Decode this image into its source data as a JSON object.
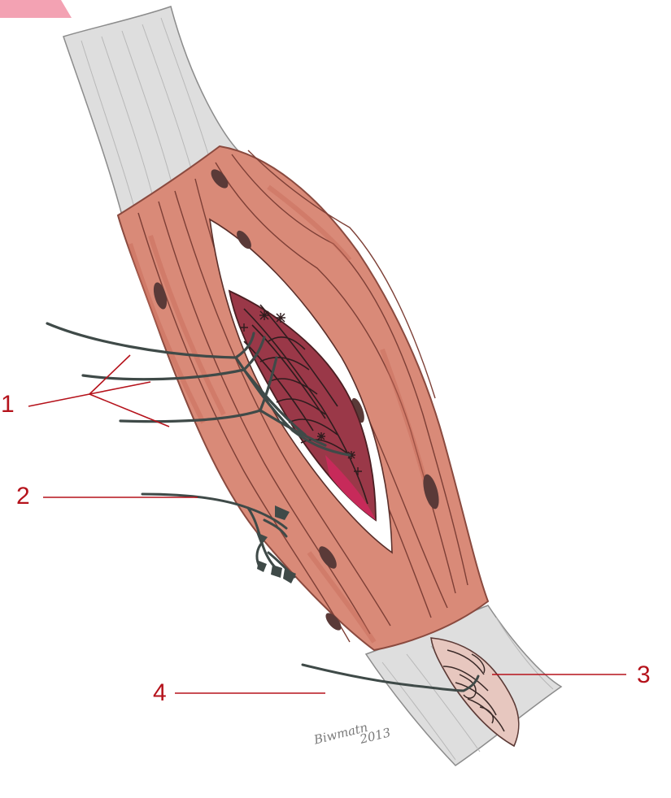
{
  "labels": {
    "l1": "1",
    "l2": "2",
    "l3": "3",
    "l4": "4"
  },
  "signature": {
    "name": "Biwmatn",
    "year": "2013"
  },
  "colors": {
    "label": "#b5121b",
    "tendon": "#dcdcdc",
    "muscle_fiber": "#d98a78",
    "muscle_fiber_edge": "#b25a4a",
    "nucleus": "#5a3a38",
    "spindle": "#9a3848",
    "spindle_tip": "#c72a5a",
    "nerve": "#3f4a48",
    "golgi_organ": "#e7c7bf",
    "corner_tab": "#f3a2b3"
  }
}
